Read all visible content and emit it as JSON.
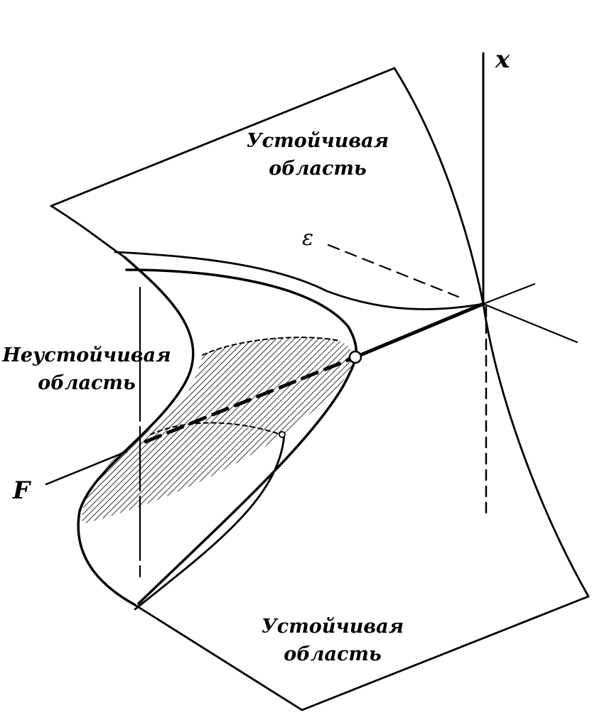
{
  "diagram": {
    "axes": {
      "x": "x",
      "epsilon": "ε",
      "F": "F"
    },
    "regions": {
      "stable_top": [
        "Устойчивая",
        "область"
      ],
      "unstable": [
        "Неустойчивая",
        "область"
      ],
      "stable_bottom": [
        "Устойчивая",
        "область"
      ]
    },
    "colors": {
      "ink": "#000000",
      "background": "#ffffff"
    }
  }
}
